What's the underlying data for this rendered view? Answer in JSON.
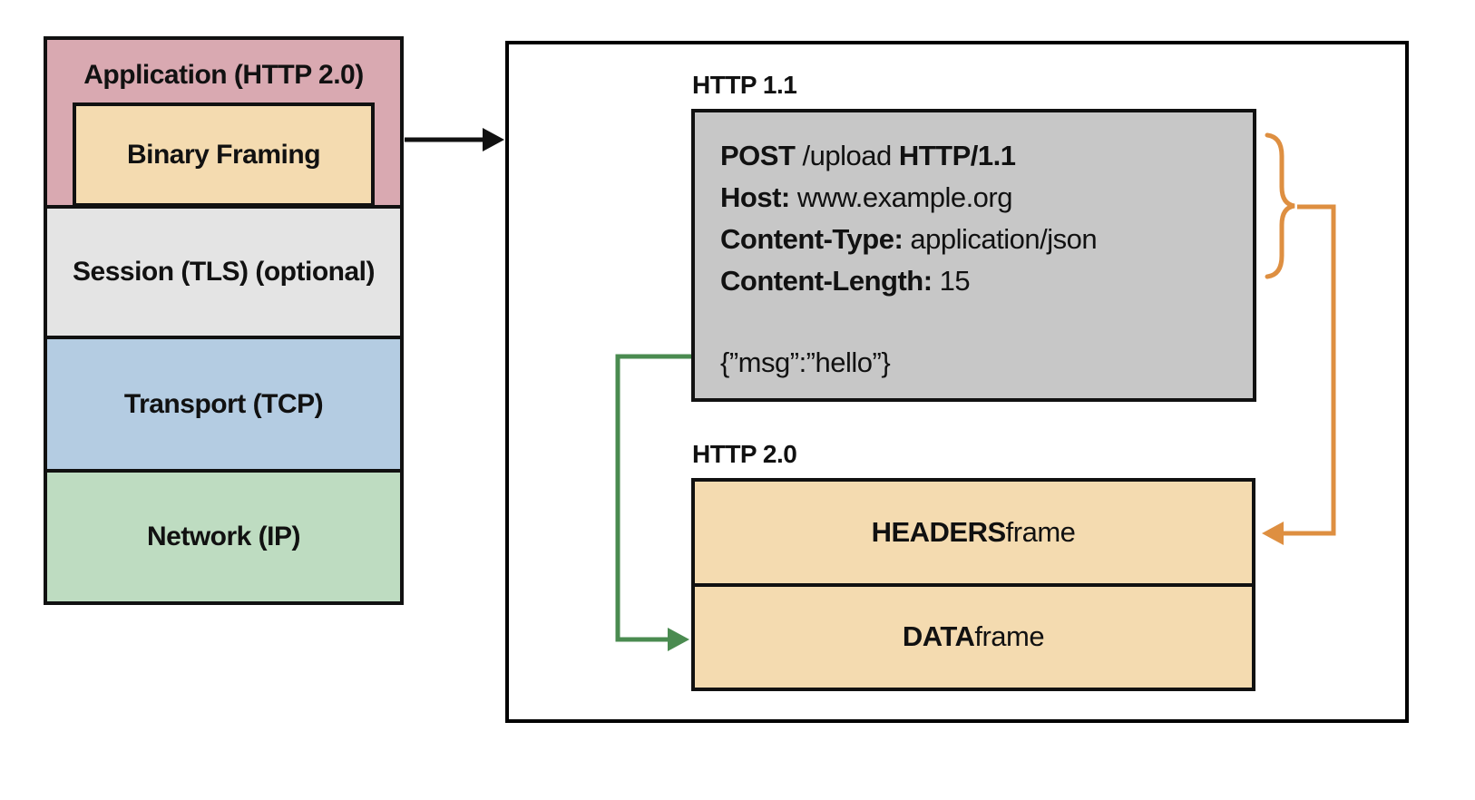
{
  "stack": {
    "layers": [
      {
        "id": "application",
        "label": "Application (HTTP 2.0)",
        "color": "#d9a9b1"
      },
      {
        "id": "binary-framing",
        "label": "Binary Framing",
        "color": "#f4dbb0"
      },
      {
        "id": "session",
        "label": "Session (TLS) (optional)",
        "color": "#e4e4e4"
      },
      {
        "id": "transport",
        "label": "Transport (TCP)",
        "color": "#b4cce2"
      },
      {
        "id": "network",
        "label": "Network (IP)",
        "color": "#bedcc1"
      }
    ]
  },
  "panel": {
    "http11_label": "HTTP 1.1",
    "http20_label": "HTTP 2.0",
    "request": {
      "method": "POST",
      "path": " /upload ",
      "version": "HTTP/1.1",
      "host_label": "Host:",
      "host_value": " www.example.org",
      "content_type_label": "Content-Type:",
      "content_type_value": " application/json",
      "content_length_label": "Content-Length:",
      "content_length_value": " 15",
      "body": "{”msg”:”hello”}",
      "box_color": "#c7c7c7"
    },
    "frames": [
      {
        "name": "HEADERS",
        "suffix": " frame"
      },
      {
        "name": "DATA",
        "suffix": " frame"
      }
    ],
    "frame_box_color": "#f4dbb0"
  },
  "connectors": {
    "stack_to_panel": {
      "color": "#111111",
      "meaning": "binary framing layer feeds panel"
    },
    "headers_mapping": {
      "color": "#de8f41",
      "meaning": "request headers become HEADERS frame"
    },
    "body_mapping": {
      "color": "#4a8b50",
      "meaning": "request body becomes DATA frame"
    }
  }
}
